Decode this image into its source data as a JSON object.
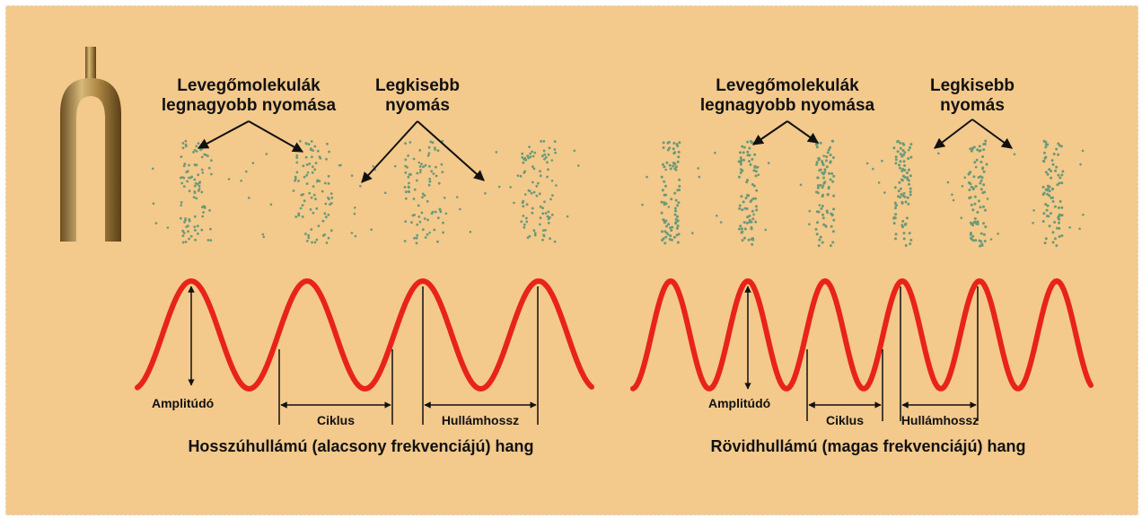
{
  "colors": {
    "background": "#f3c98c",
    "wave": "#e8231a",
    "dots": "#6a9a78",
    "text": "#111111"
  },
  "left_panel": {
    "label_max_pressure_line1": "Levegőmolekulák",
    "label_max_pressure_line2": "legnagyobb nyomása",
    "label_min_pressure_line1": "Legkisebb",
    "label_min_pressure_line2": "nyomás",
    "label_amplitude": "Amplitúdó",
    "label_cycle": "Ciklus",
    "label_wavelength": "Hullámhossz",
    "caption": "Hosszúhullámú (alacsony frekvenciájú) hang"
  },
  "right_panel": {
    "label_max_pressure_line1": "Levegőmolekulák",
    "label_max_pressure_line2": "legnagyobb nyomása",
    "label_min_pressure_line1": "Legkisebb",
    "label_min_pressure_line2": "nyomás",
    "label_amplitude": "Amplitúdó",
    "label_cycle": "Ciklus",
    "label_wavelength": "Hullámhossz",
    "caption": "Rövidhullámú (magas frekvenciájú) hang"
  },
  "icons": {
    "tuning_fork": "tuning-fork-icon"
  }
}
